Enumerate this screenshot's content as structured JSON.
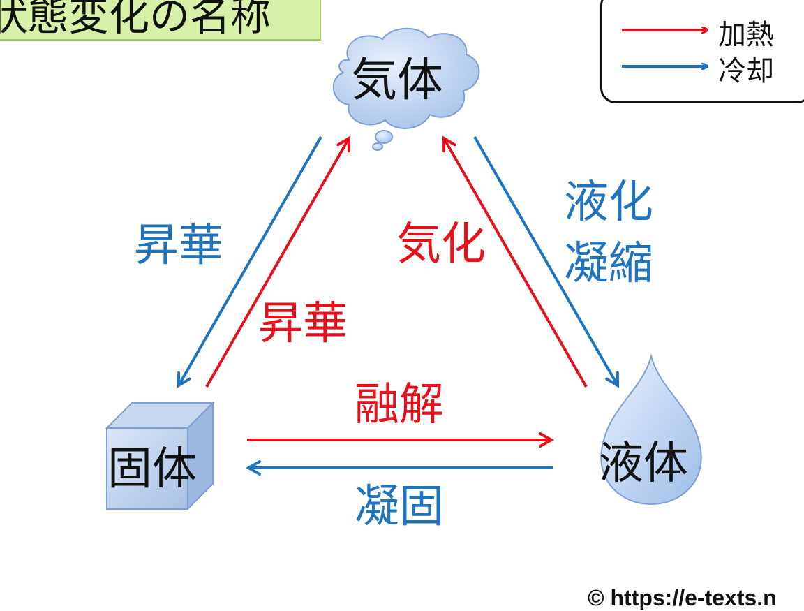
{
  "title": "状態変化の名称",
  "legend": {
    "heating": "加熱",
    "cooling": "冷却",
    "heating_color": "#e8101a",
    "cooling_color": "#1f74c0"
  },
  "states": {
    "gas": "気体",
    "solid": "固体",
    "liquid": "液体"
  },
  "transitions": {
    "sublimation_cool": "昇華",
    "sublimation_heat": "昇華",
    "vaporization": "気化",
    "condensation_1": "液化",
    "condensation_2": "凝縮",
    "melting": "融解",
    "freezing": "凝固"
  },
  "copyright": "© https://e-texts.n"
}
